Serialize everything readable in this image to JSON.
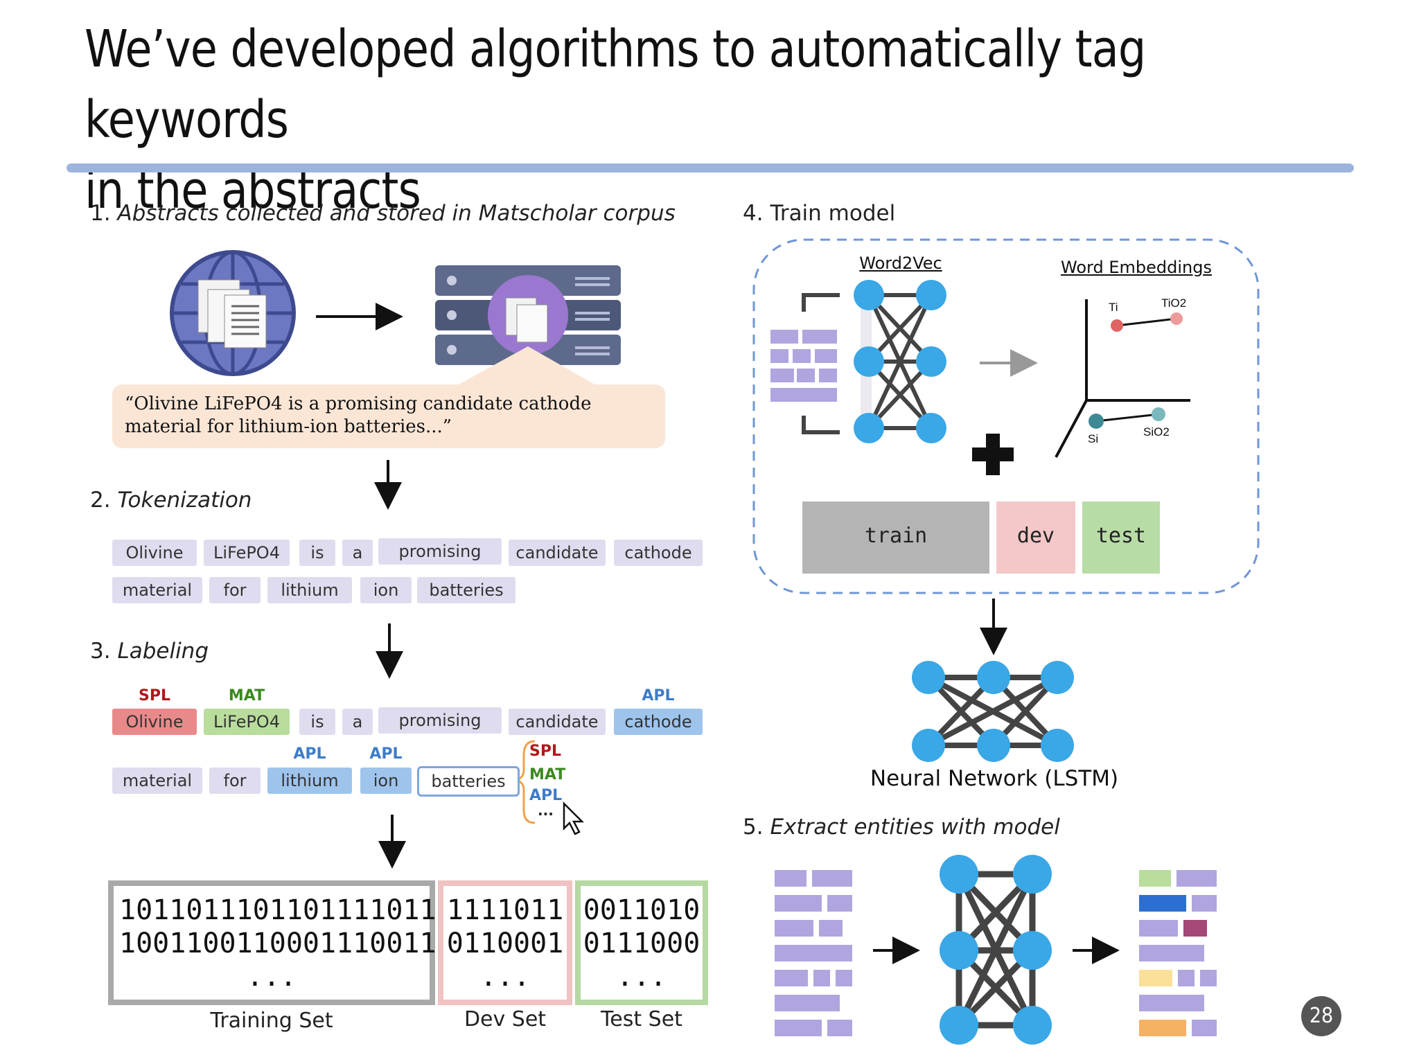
{
  "slide": {
    "title_line1": "We’ve developed algorithms to automatically tag keywords",
    "title_line2": "in the abstracts",
    "page_number": "28"
  },
  "step1": {
    "num": "1.",
    "label": "Abstracts collected and stored in Matscholar corpus",
    "quote_line1": "“Olivine LiFePO4 is a promising candidate cathode",
    "quote_line2": "material for lithium-ion batteries...”"
  },
  "step2": {
    "num": "2.",
    "label": "Tokenization",
    "row1": [
      "Olivine",
      "LiFePO4",
      "is",
      "a",
      "promising",
      "candidate",
      "cathode"
    ],
    "row2": [
      "material",
      "for",
      "lithium",
      "ion",
      "batteries"
    ]
  },
  "step3": {
    "num": "3.",
    "label": "Labeling",
    "row1": [
      "Olivine",
      "LiFePO4",
      "is",
      "a",
      "promising",
      "candidate",
      "cathode"
    ],
    "row2": [
      "material",
      "for",
      "lithium",
      "ion",
      "batteries"
    ],
    "tags": {
      "spl": "SPL",
      "mat": "MAT",
      "apl": "APL",
      "more": "..."
    },
    "tag_colors": {
      "spl": "#b0181c",
      "mat": "#3b8a1e",
      "apl": "#3d7cc9"
    },
    "token_colors": {
      "spl": "#e98a8a",
      "mat": "#b9dd9c",
      "apl": "#9ec4ec",
      "default": "#e0dcef",
      "bracket": "#f0a24a"
    }
  },
  "datasets": {
    "training": {
      "line1": "1011011101101111011",
      "line2": "1001100110001110011",
      "dots": "...",
      "caption": "Training Set",
      "color": "#a9a9a9"
    },
    "dev": {
      "line1": "1111011",
      "line2": "0110001",
      "dots": "...",
      "caption": "Dev Set",
      "color": "#f0c2c2"
    },
    "test": {
      "line1": "0011010",
      "line2": "0111000",
      "dots": "...",
      "caption": "Test Set",
      "color": "#b5d9a2"
    }
  },
  "step4": {
    "num": "4.",
    "label": "Train model",
    "word2vec": "Word2Vec",
    "embeddings": "Word Embeddings",
    "points": {
      "ti": "Ti",
      "tio2": "TiO2",
      "si": "Si",
      "sio2": "SiO2"
    },
    "splits": {
      "train": "train",
      "dev": "dev",
      "test": "test"
    },
    "split_colors": {
      "train": "#b4b4b4",
      "dev": "#f4c8c8",
      "test": "#b8dca6"
    },
    "network_label": "Neural Network (LSTM)"
  },
  "step5": {
    "num": "5.",
    "label": "Extract entities with model"
  },
  "colors": {
    "accent_rule": "#9cb3dd",
    "node": "#3aa7e6",
    "edge": "#333333",
    "block": "#b1a5df",
    "dash": "#6f96d6"
  }
}
